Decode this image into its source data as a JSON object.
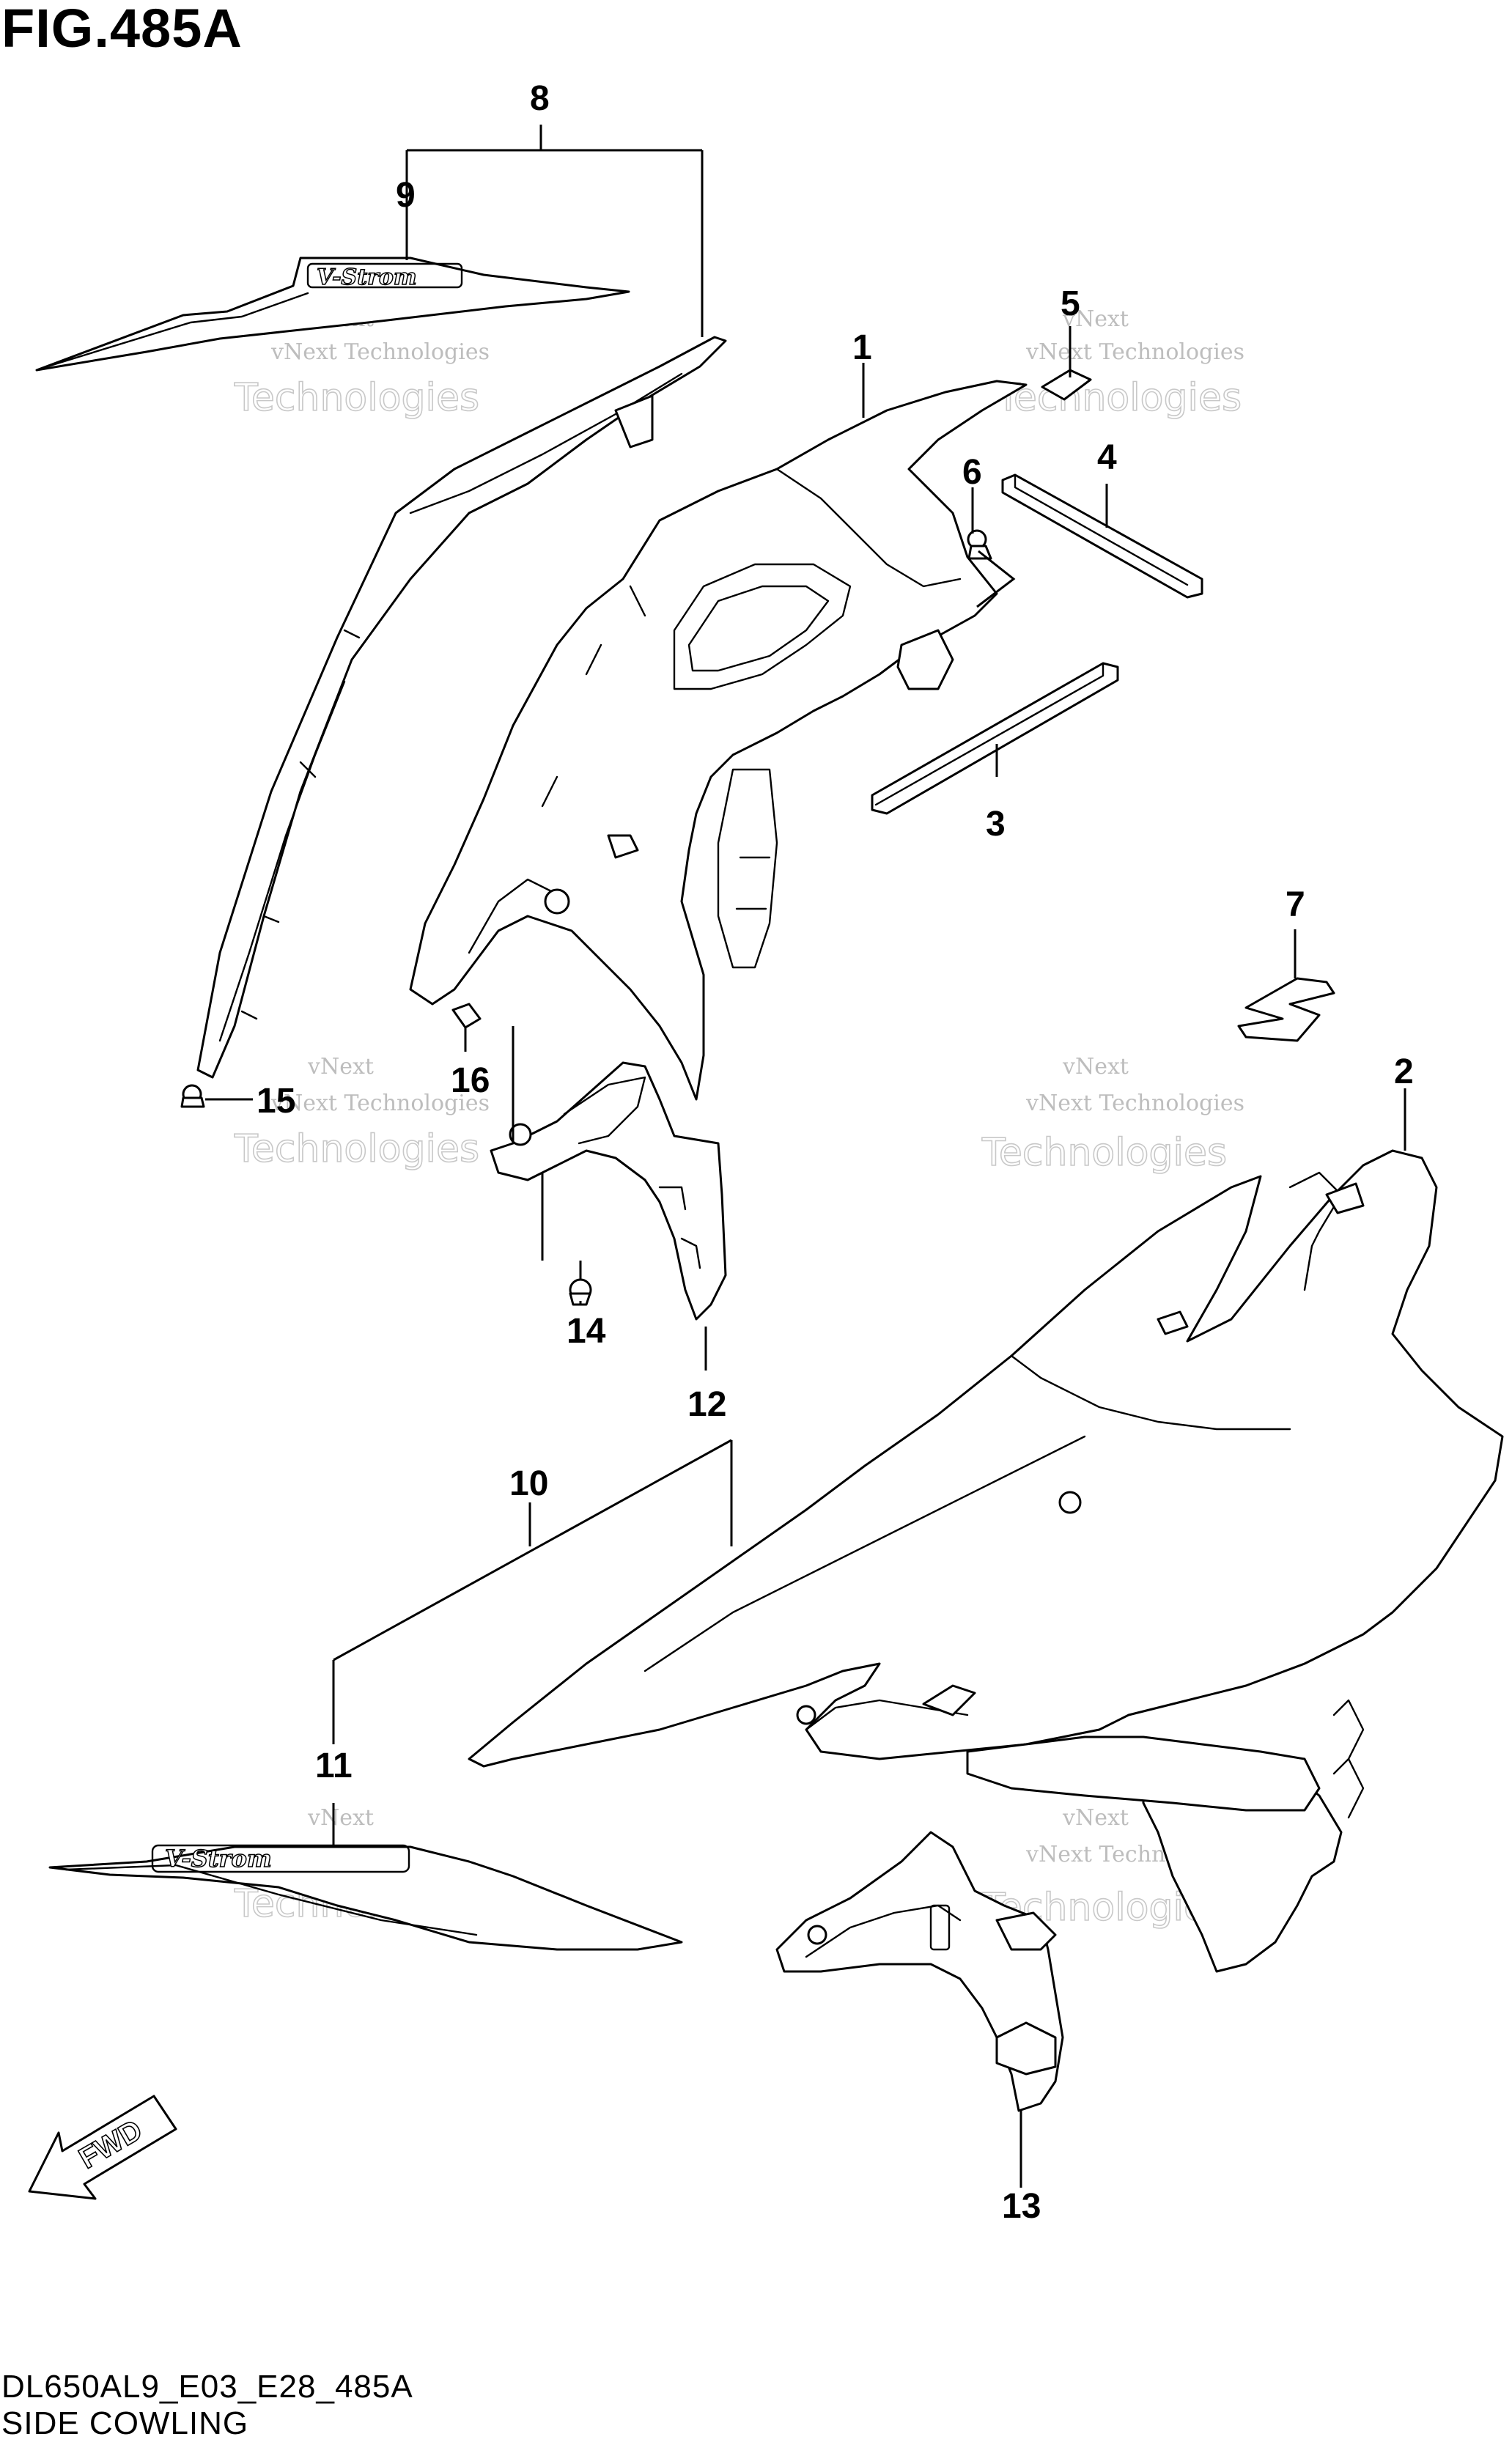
{
  "header": {
    "figure_title": "FIG.485A"
  },
  "footer": {
    "code": "DL650AL9_E03_E28_485A",
    "caption": "SIDE COWLING"
  },
  "emblem_text": "V-Strom",
  "fwd_label": "FWD",
  "watermark": {
    "line1": "vNext",
    "line2": "vNext Technologies",
    "line3": "Technologies"
  },
  "callouts": [
    "1",
    "2",
    "3",
    "4",
    "5",
    "6",
    "7",
    "8",
    "9",
    "10",
    "11",
    "12",
    "13",
    "14",
    "15",
    "16"
  ]
}
